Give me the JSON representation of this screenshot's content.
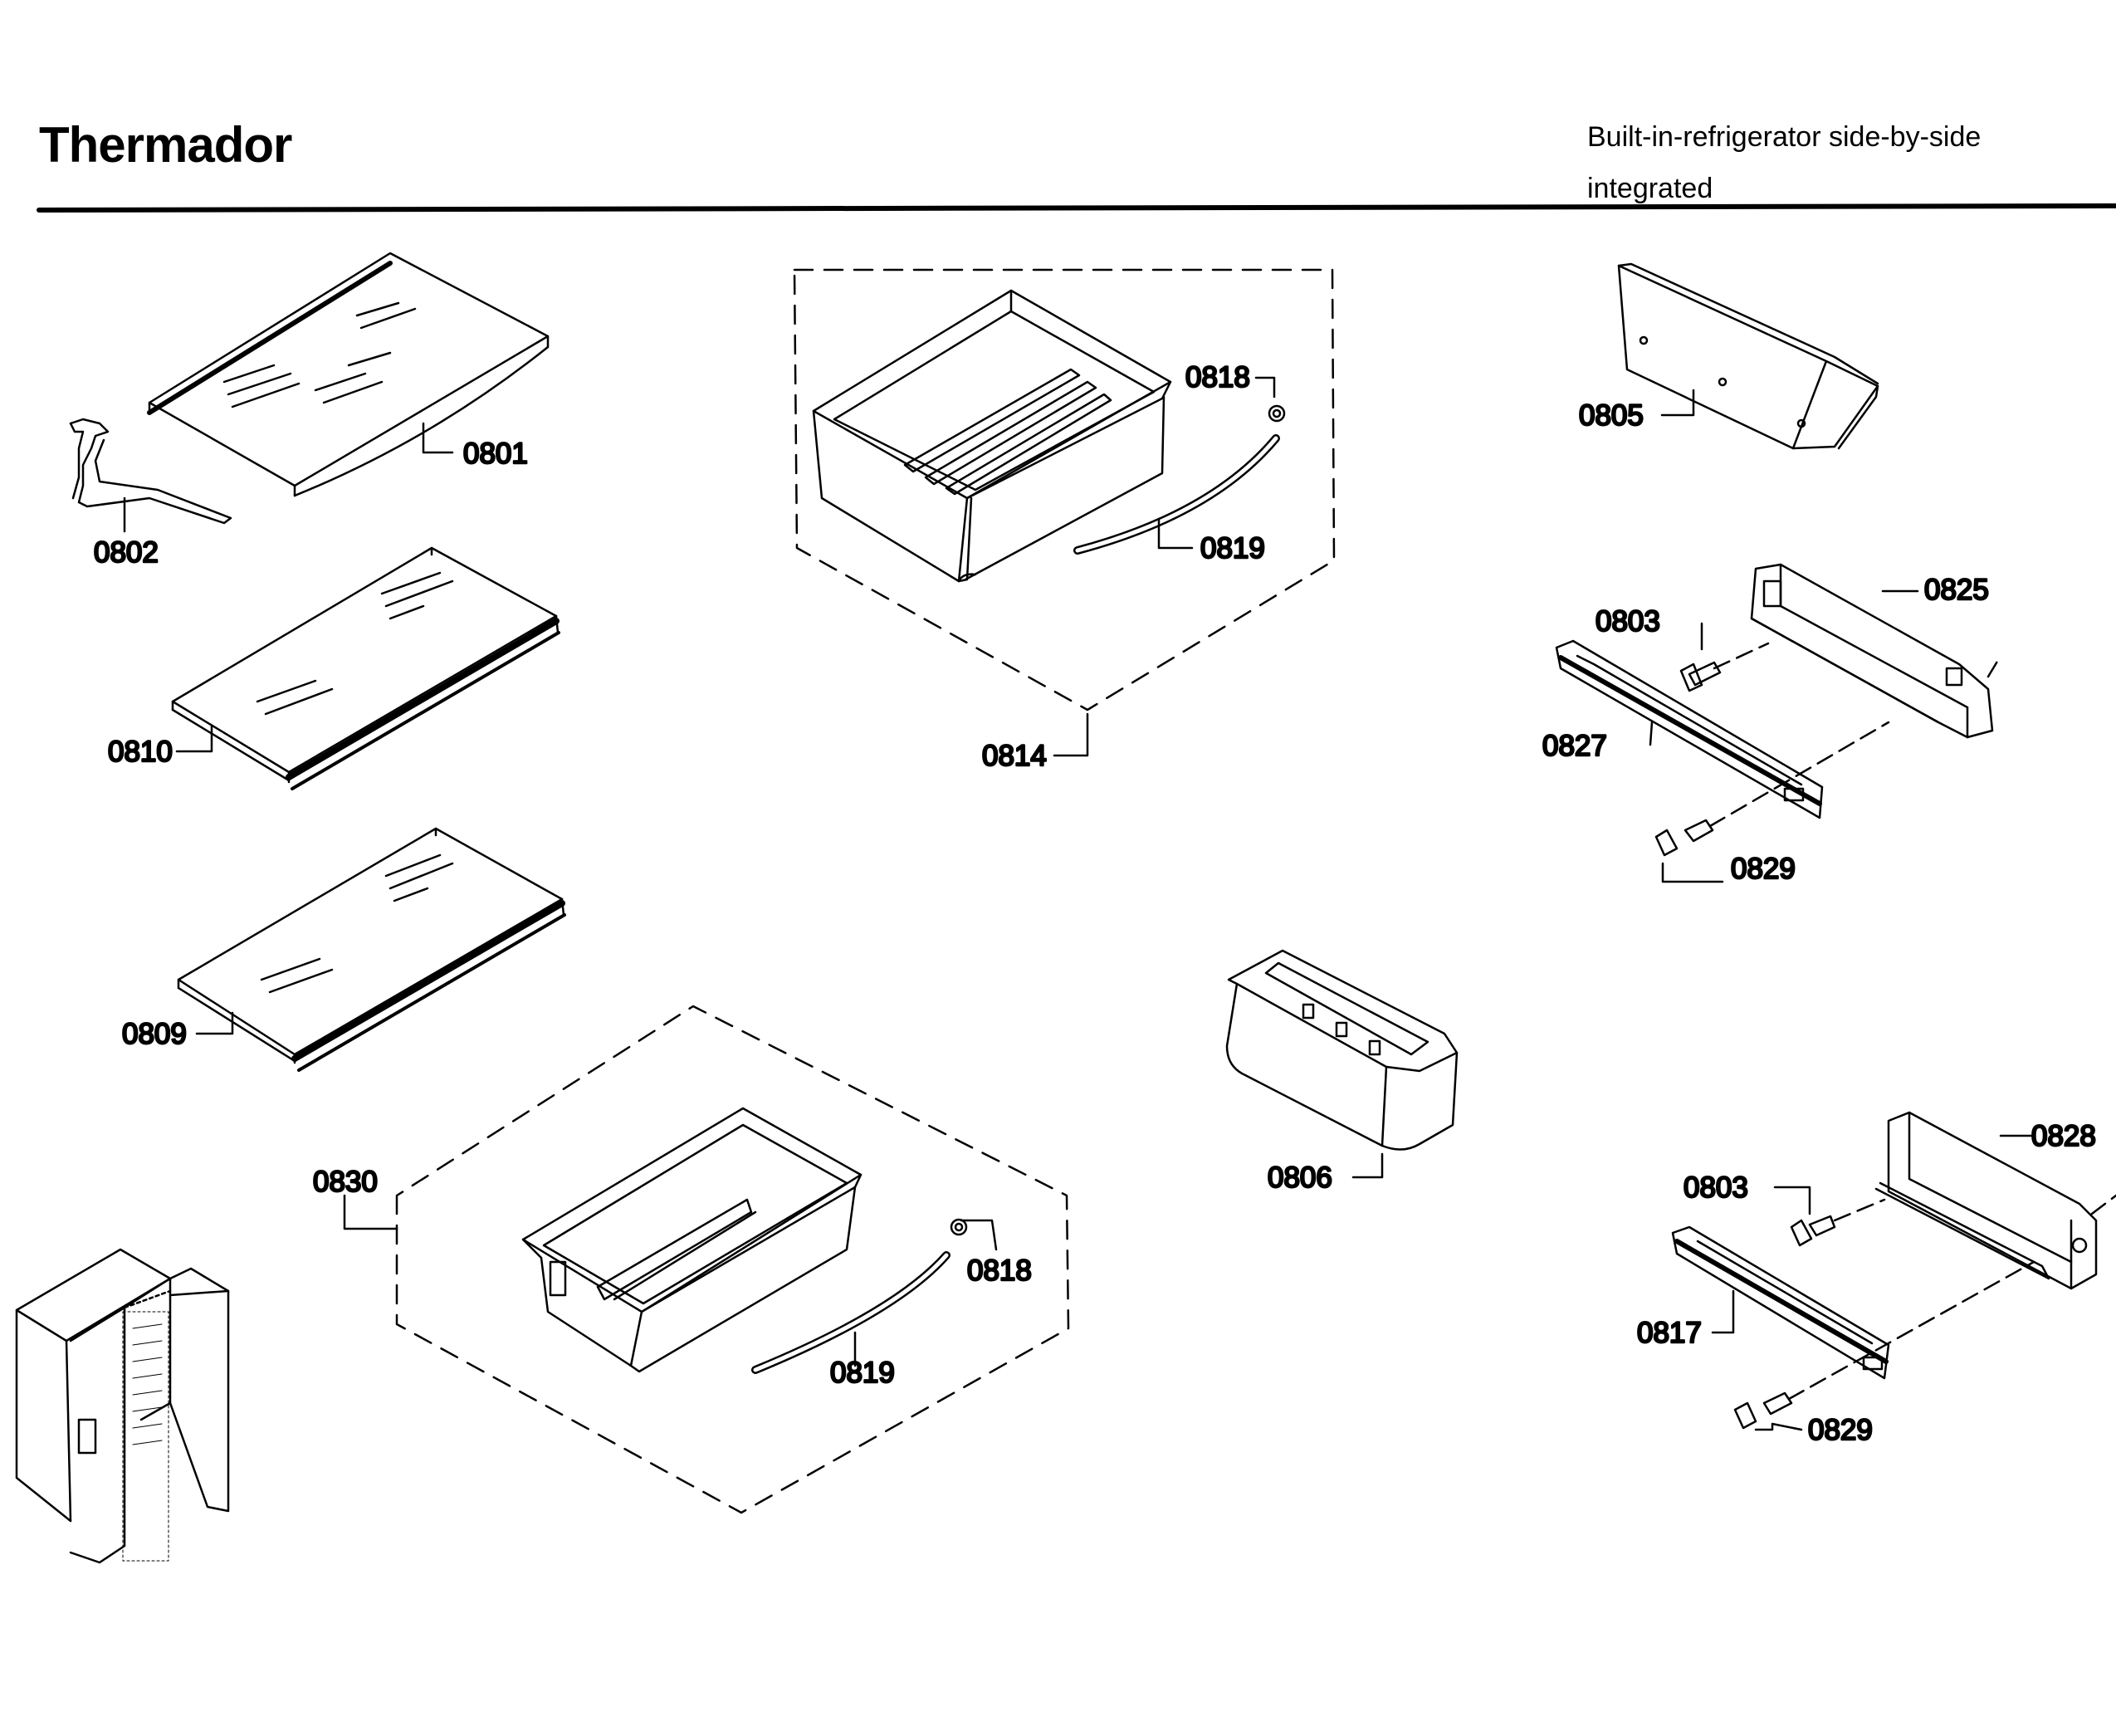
{
  "header": {
    "brand": "Thermador",
    "subtitle_line1": "Built-in-refrigerator side-by-side",
    "subtitle_line2": "integrated"
  },
  "parts": {
    "p0801": "0801",
    "p0802": "0802",
    "p0810": "0810",
    "p0809": "0809",
    "p0814": "0814",
    "p0818a": "0818",
    "p0819a": "0819",
    "p0830": "0830",
    "p0818b": "0818",
    "p0819b": "0819",
    "p0805": "0805",
    "p0825": "0825",
    "p0803a": "0803",
    "p0827": "0827",
    "p0829a": "0829",
    "p0806": "0806",
    "p0828": "0828",
    "p0803b": "0803",
    "p0817": "0817",
    "p0829b": "0829"
  }
}
